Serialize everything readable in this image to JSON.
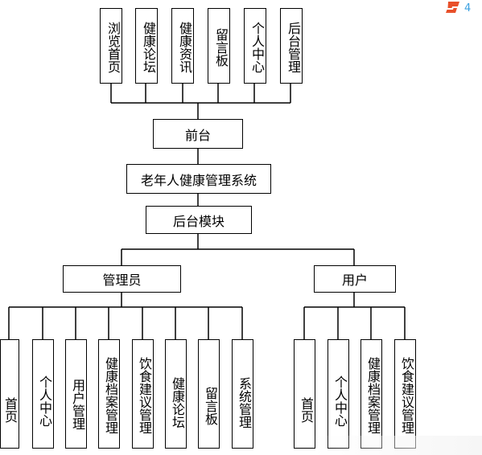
{
  "diagram": {
    "root": "老年人健康管理系统",
    "frontend": {
      "label": "前台",
      "children": [
        "浏览首页",
        "健康论坛",
        "健康资讯",
        "留言板",
        "个人中心",
        "后台管理"
      ]
    },
    "backend": {
      "label": "后台模块",
      "admin": {
        "label": "管理员",
        "children": [
          "首页",
          "个人中心",
          "用户管理",
          "健康档案管理",
          "饮食建议管理",
          "健康论坛",
          "留言板",
          "系统管理"
        ]
      },
      "user": {
        "label": "用户",
        "children": [
          "首页",
          "个人中心",
          "健康档案管理",
          "饮食建议管理"
        ]
      }
    }
  },
  "colors": {
    "stroke": "#000000",
    "logo": "#e8502a"
  }
}
